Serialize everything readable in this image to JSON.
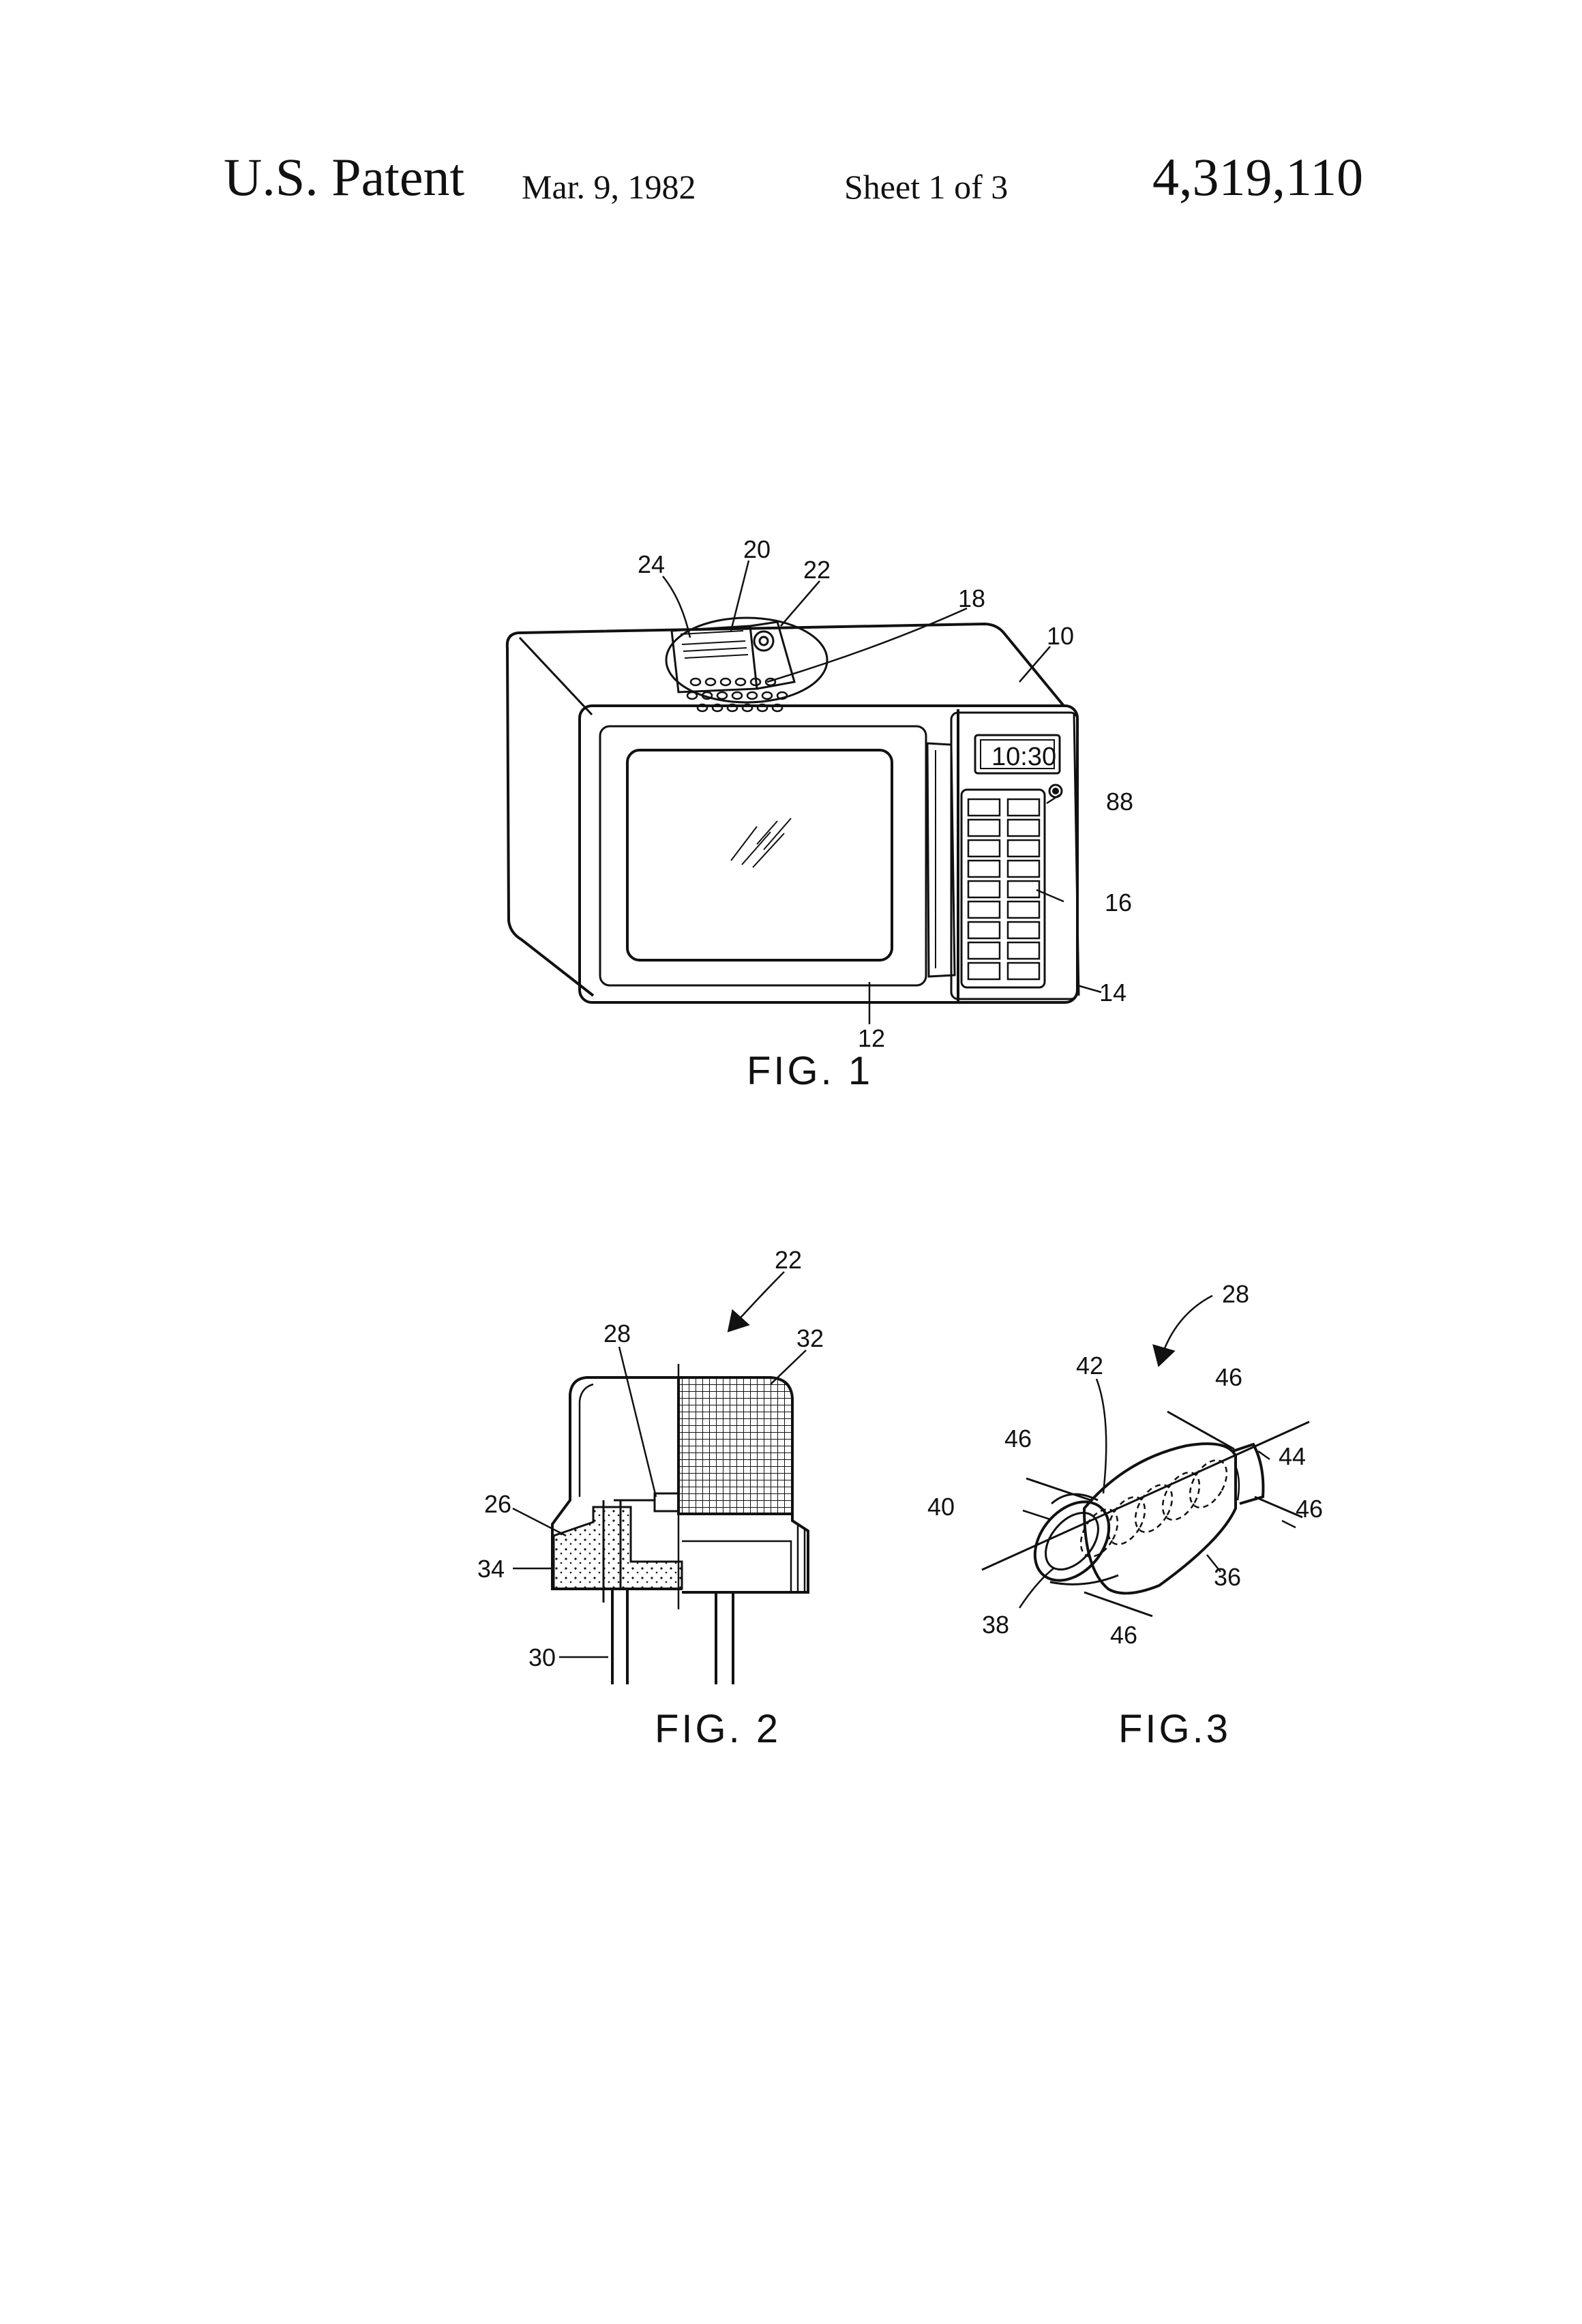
{
  "header": {
    "title": "U.S. Patent",
    "date": "Mar. 9, 1982",
    "sheet": "Sheet 1 of 3",
    "patent_number": "4,319,110"
  },
  "fig1": {
    "caption": "FIG. 1",
    "display": "10:30",
    "labels": {
      "l24": "24",
      "l20": "20",
      "l22": "22",
      "l18": "18",
      "l10": "10",
      "l88": "88",
      "l16": "16",
      "l14": "14",
      "l12": "12"
    }
  },
  "fig2": {
    "caption": "FIG. 2",
    "labels": {
      "l22": "22",
      "l28": "28",
      "l32": "32",
      "l26": "26",
      "l34": "34",
      "l30": "30"
    }
  },
  "fig3": {
    "caption": "FIG.3",
    "labels": {
      "l28": "28",
      "l42": "42",
      "l46a": "46",
      "l46b": "46",
      "l44": "44",
      "l40": "40",
      "l46c": "46",
      "l36": "36",
      "l38": "38",
      "l46d": "46"
    }
  }
}
